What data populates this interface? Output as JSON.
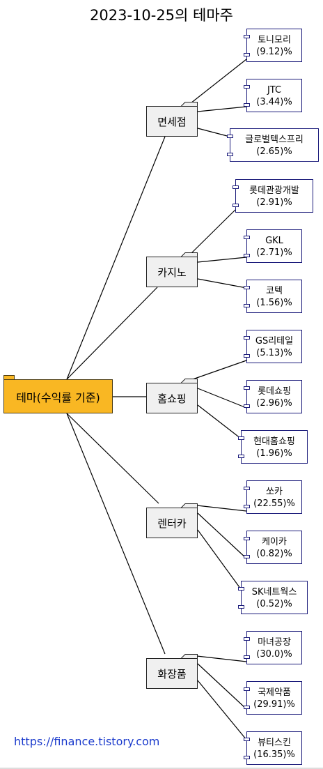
{
  "title": "2023-10-25의 테마주",
  "root": {
    "label": "테마(수익률 기준)"
  },
  "themes": [
    {
      "label": "면세점",
      "stocks": [
        {
          "name": "토니모리",
          "pct": "(9.12)%"
        },
        {
          "name": "JTC",
          "pct": "(3.44)%"
        },
        {
          "name": "글로벌텍스프리",
          "pct": "(2.65)%"
        }
      ]
    },
    {
      "label": "카지노",
      "stocks": [
        {
          "name": "롯데관광개발",
          "pct": "(2.91)%"
        },
        {
          "name": "GKL",
          "pct": "(2.71)%"
        },
        {
          "name": "코텍",
          "pct": "(1.56)%"
        }
      ]
    },
    {
      "label": "홈쇼핑",
      "stocks": [
        {
          "name": "GS리테일",
          "pct": "(5.13)%"
        },
        {
          "name": "롯데쇼핑",
          "pct": "(2.96)%"
        },
        {
          "name": "현대홈쇼핑",
          "pct": "(1.96)%"
        }
      ]
    },
    {
      "label": "렌터카",
      "stocks": [
        {
          "name": "쏘카",
          "pct": "(22.55)%"
        },
        {
          "name": "케이카",
          "pct": "(0.82)%"
        },
        {
          "name": "SK네트웍스",
          "pct": "(0.52)%"
        }
      ]
    },
    {
      "label": "화장품",
      "stocks": [
        {
          "name": "마녀공장",
          "pct": "(30.0)%"
        },
        {
          "name": "국제약품",
          "pct": "(29.91)%"
        },
        {
          "name": "뷰티스킨",
          "pct": "(16.35)%"
        }
      ]
    }
  ],
  "footer": {
    "link": "https://finance.tistory.com"
  }
}
